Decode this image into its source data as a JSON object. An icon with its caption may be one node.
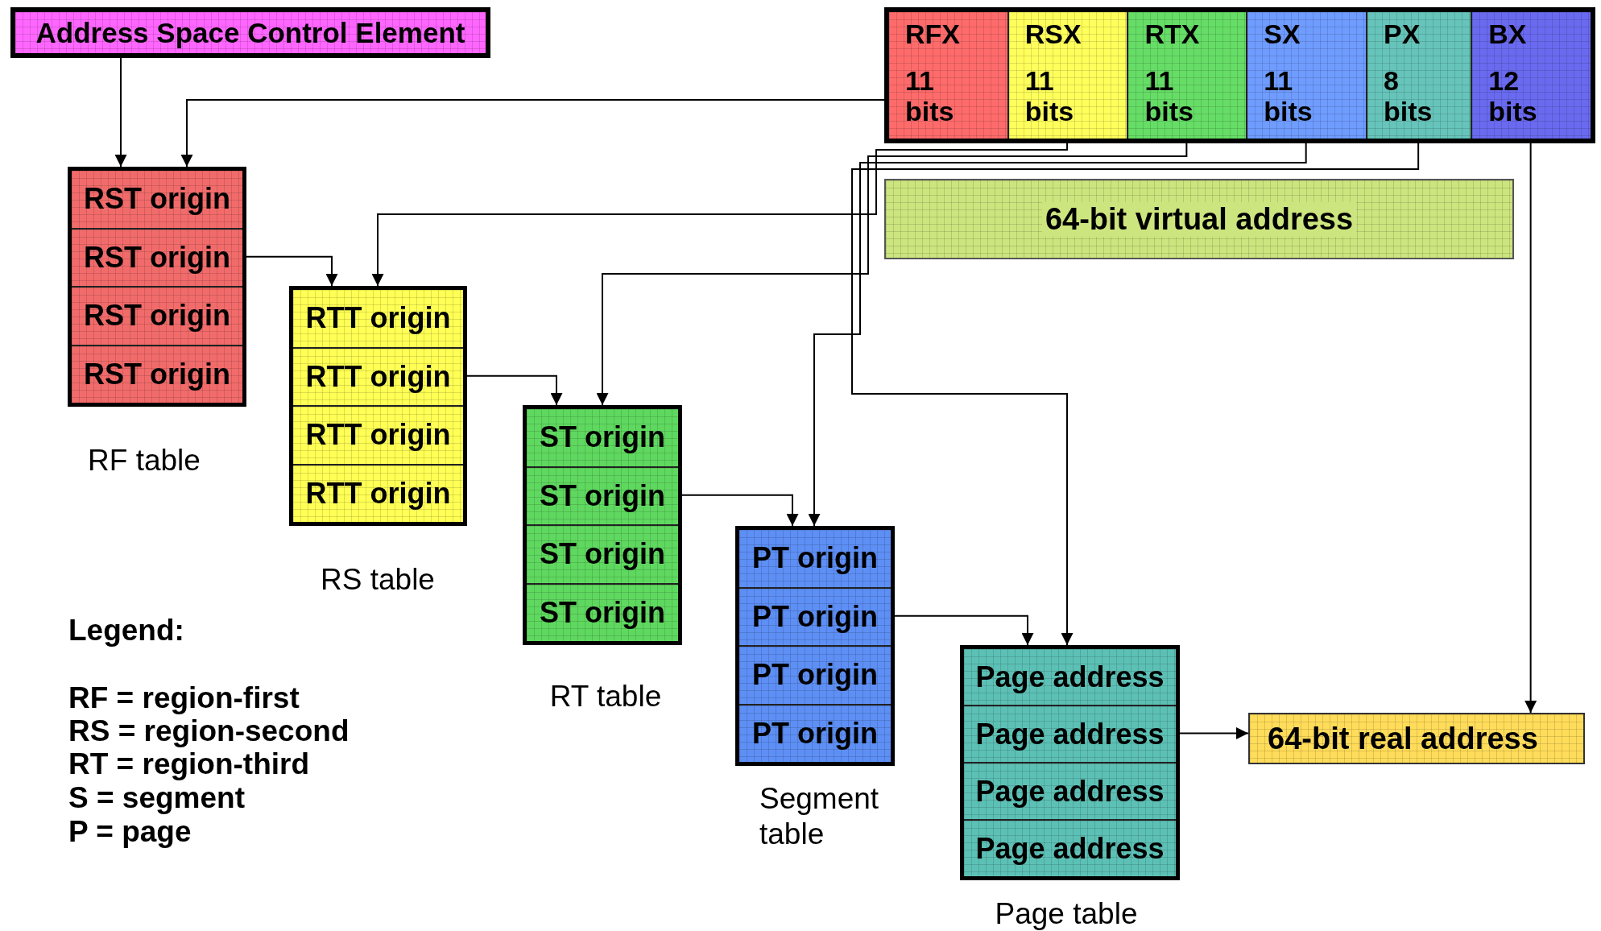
{
  "diagram": {
    "nodes": [
      {
        "text": [
          "Address Space Control Element"
        ]
      },
      {
        "text": [],
        "shape": "box"
      },
      {
        "text": [
          "RFX",
          "11 bits"
        ],
        "in": 1
      },
      {
        "text": [
          "RSX",
          "11 bits"
        ],
        "in": 1
      },
      {
        "text": [
          "RTX",
          "11 bits"
        ],
        "in": 1
      },
      {
        "text": [
          "SX",
          "11 bits"
        ],
        "in": 1
      },
      {
        "text": [
          "PX",
          "8 bits"
        ],
        "in": 1
      },
      {
        "text": [
          "BX",
          "12 bits"
        ],
        "in": 1
      },
      {
        "text": [
          "64-bit virtual address"
        ]
      },
      {
        "text": [],
        "shape": "box",
        "beside": [
          "RF table"
        ]
      },
      {
        "text": [
          "RST origin"
        ],
        "in": 9
      },
      {
        "text": [
          "RST origin"
        ],
        "in": 9
      },
      {
        "text": [
          "RST origin"
        ],
        "in": 9
      },
      {
        "text": [
          "RST origin"
        ],
        "in": 9
      },
      {
        "text": [],
        "shape": "box",
        "beside": [
          "RS table"
        ]
      },
      {
        "text": [
          "RTT origin"
        ],
        "in": 14
      },
      {
        "text": [
          "RTT origin"
        ],
        "in": 14
      },
      {
        "text": [
          "RTT origin"
        ],
        "in": 14
      },
      {
        "text": [
          "RTT origin"
        ],
        "in": 14
      },
      {
        "text": [],
        "shape": "box",
        "beside": [
          "RT table"
        ]
      },
      {
        "text": [
          "ST origin"
        ],
        "in": 19
      },
      {
        "text": [
          "ST origin"
        ],
        "in": 19
      },
      {
        "text": [
          "ST origin"
        ],
        "in": 19
      },
      {
        "text": [
          "ST origin"
        ],
        "in": 19
      },
      {
        "text": [],
        "shape": "box",
        "beside": [
          "Segment table"
        ]
      },
      {
        "text": [
          "PT origin"
        ],
        "in": 24
      },
      {
        "text": [
          "PT origin"
        ],
        "in": 24
      },
      {
        "text": [
          "PT origin"
        ],
        "in": 24
      },
      {
        "text": [
          "PT origin"
        ],
        "in": 24
      },
      {
        "text": [],
        "shape": "box",
        "beside": [
          "Page table"
        ]
      },
      {
        "text": [
          "Page address"
        ],
        "in": 29
      },
      {
        "text": [
          "Page address"
        ],
        "in": 29
      },
      {
        "text": [
          "Page address"
        ],
        "in": 29
      },
      {
        "text": [
          "Page address"
        ],
        "in": 29
      },
      {
        "text": [
          "64-bit real address"
        ]
      }
    ],
    "edges": [
      {
        "from": 0,
        "to": 9,
        "arrow": "to"
      },
      {
        "from": 2,
        "to": 9,
        "arrow": "to"
      },
      {
        "from": 11,
        "to": 14,
        "arrow": "to"
      },
      {
        "from": 3,
        "to": 14,
        "arrow": "to"
      },
      {
        "from": 16,
        "to": 19,
        "arrow": "to"
      },
      {
        "from": 4,
        "to": 19,
        "arrow": "to"
      },
      {
        "from": 21,
        "to": 24,
        "arrow": "to"
      },
      {
        "from": 5,
        "to": 24,
        "arrow": "to"
      },
      {
        "from": 26,
        "to": 29,
        "arrow": "to"
      },
      {
        "from": 6,
        "to": 29,
        "arrow": "to"
      },
      {
        "from": 7,
        "to": 34,
        "arrow": "to"
      },
      {
        "from": 31,
        "to": 34,
        "arrow": "to"
      }
    ],
    "labels": [
      "Legend:",
      "RF = region-first",
      "RS = region-second",
      "RT = region-third",
      "S = segment",
      "P = page"
    ]
  }
}
